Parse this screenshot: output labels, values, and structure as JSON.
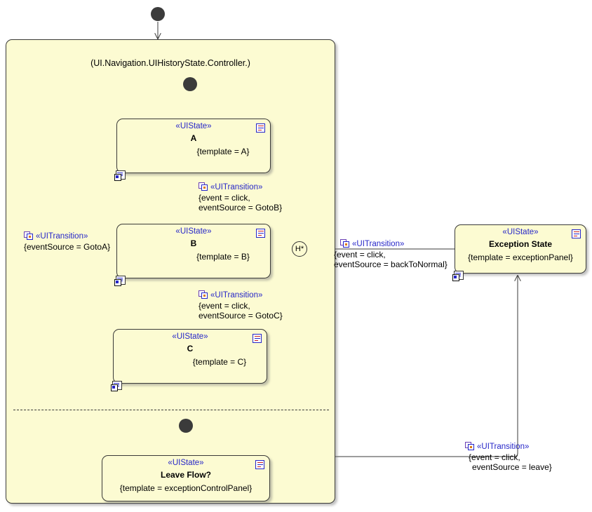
{
  "diagram": {
    "type": "uml-state-machine",
    "background": "#ffffff",
    "state_fill": "#fcfbd2",
    "state_border": "#3a3a38",
    "stereotype_color": "#2626c8",
    "line_color": "#3a3a38"
  },
  "composite": {
    "title": "(UI.Navigation.UIHistoryState.Controller.)",
    "name": "ui-history-state-controller"
  },
  "states": {
    "a": {
      "stereotype": "«UIState»",
      "name": "A",
      "tag": "{template = A}"
    },
    "b": {
      "stereotype": "«UIState»",
      "name": "B",
      "tag": "{template = B}"
    },
    "c": {
      "stereotype": "«UIState»",
      "name": "C",
      "tag": "{template = C}"
    },
    "exception": {
      "stereotype": "«UIState»",
      "name": "Exception State",
      "tag": "{template = exceptionPanel}"
    },
    "leave_flow": {
      "stereotype": "«UIState»",
      "name": "Leave Flow?",
      "tag": "{template = exceptionControlPanel}"
    }
  },
  "pseudostates": {
    "history_label": "H*"
  },
  "transitions": {
    "a_to_b": {
      "stereotype": "«UITransition»",
      "line1": "{event = click,",
      "line2": "eventSource = GotoB}"
    },
    "b_to_c": {
      "stereotype": "«UITransition»",
      "line1": "{event = click,",
      "line2": "eventSource = GotoC}"
    },
    "c_to_a": {
      "stereotype": "«UITransition»",
      "line1": "{eventSource = GotoA}",
      "line2": ""
    },
    "exception_to_history": {
      "stereotype": "«UITransition»",
      "line1": "{event = click,",
      "line2": "eventSource = backToNormal}"
    },
    "leave": {
      "stereotype": "«UITransition»",
      "line1": "{event = click,",
      "line2": "eventSource = leave}"
    }
  }
}
